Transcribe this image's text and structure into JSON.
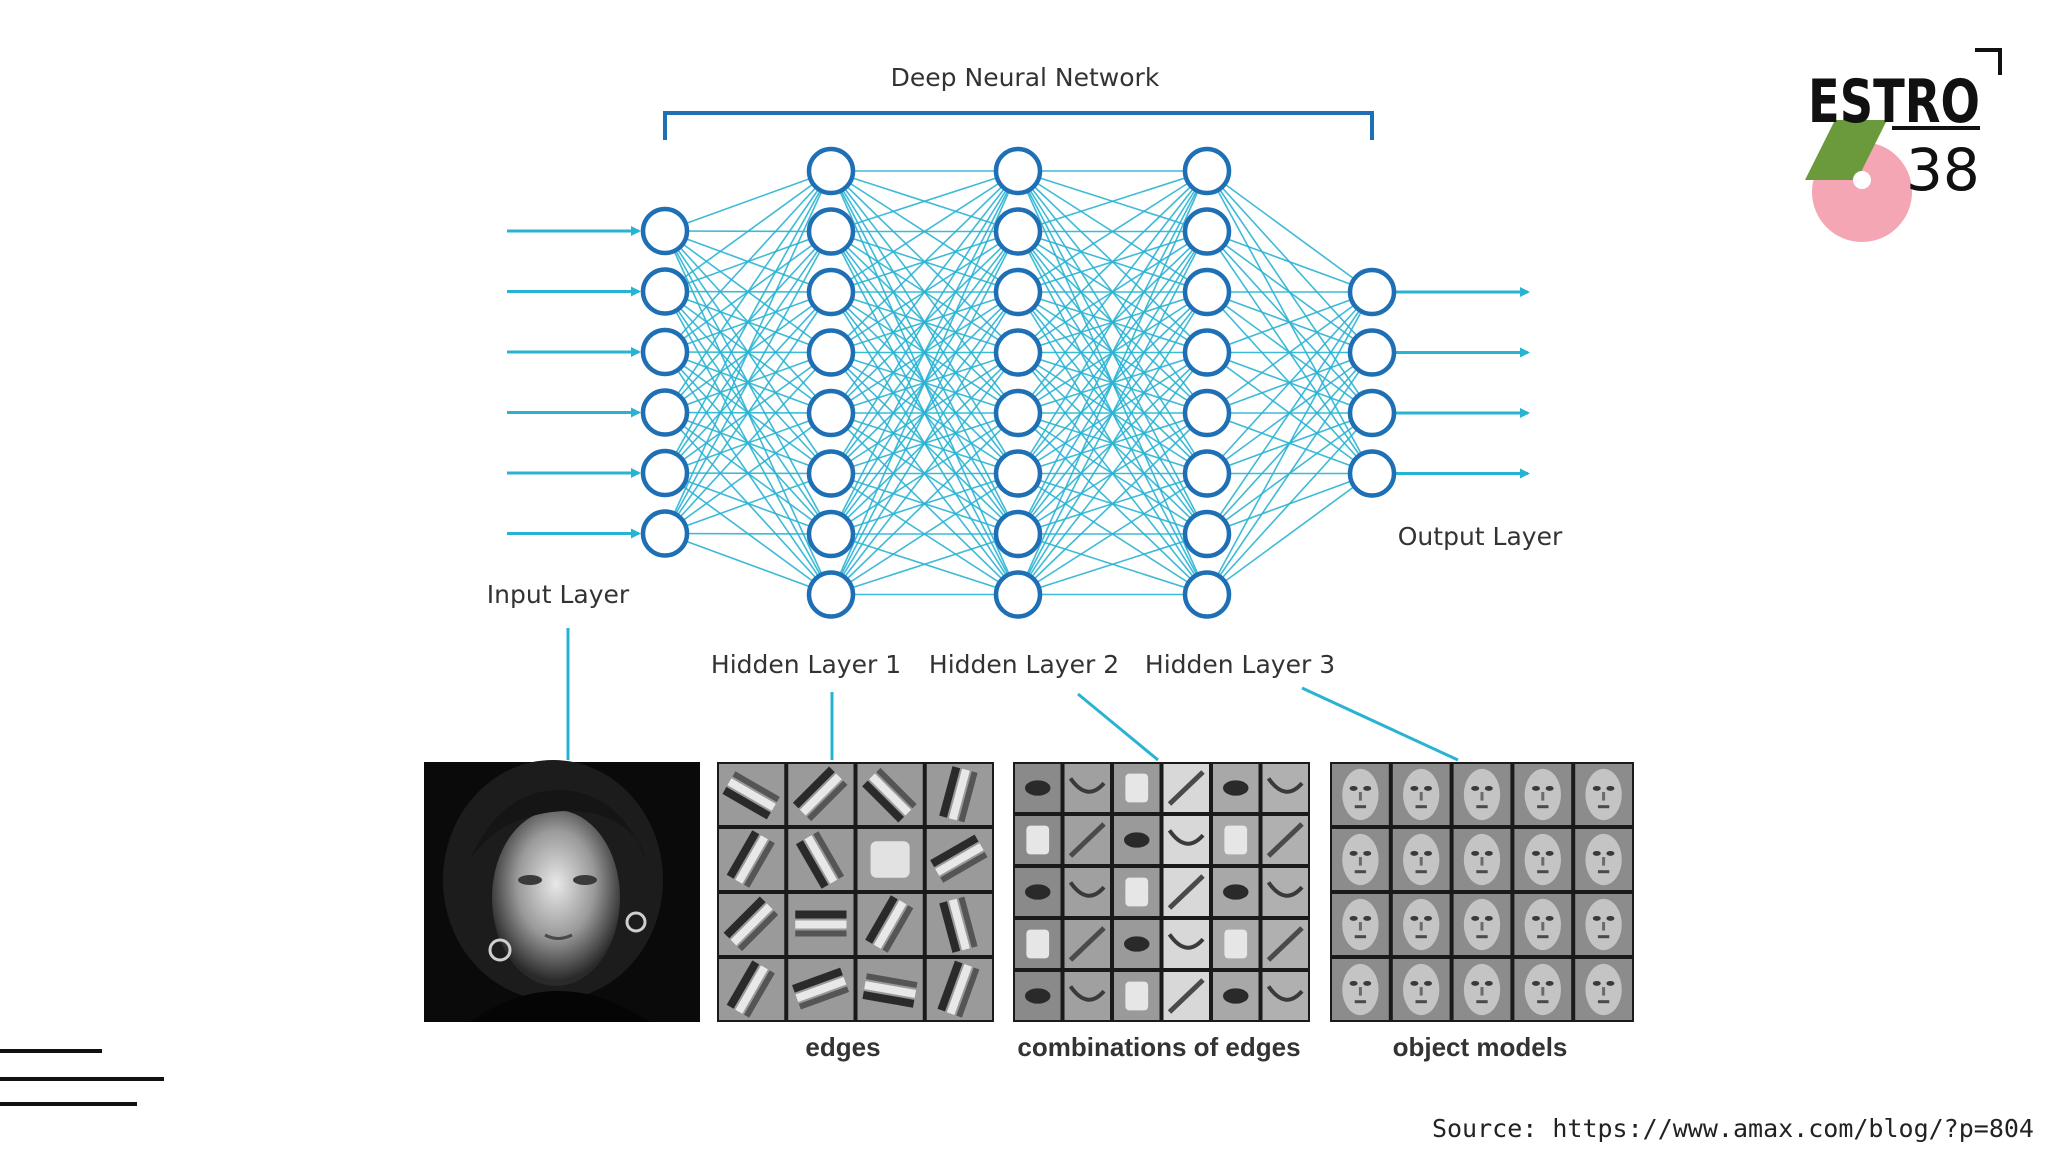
{
  "diagram": {
    "title": "Deep Neural Network",
    "labels": {
      "input": "Input Layer",
      "hidden1": "Hidden Layer 1",
      "hidden2": "Hidden Layer 2",
      "hidden3": "Hidden Layer 3",
      "output": "Output Layer"
    },
    "captions": {
      "edges": "edges",
      "combinations": "combinations of edges",
      "objects": "object models"
    },
    "layers": [
      {
        "name": "input",
        "nodes": 6
      },
      {
        "name": "hidden1",
        "nodes": 8
      },
      {
        "name": "hidden2",
        "nodes": 8
      },
      {
        "name": "hidden3",
        "nodes": 8
      },
      {
        "name": "output",
        "nodes": 4
      }
    ],
    "colors": {
      "edge": "#29b3d3",
      "node": "#1e6fb4",
      "bracket": "#1e6fb4"
    }
  },
  "logo": {
    "line1": "ESTRO",
    "line2": "38",
    "colors": {
      "green": "#6a9a3c",
      "pink": "#f4a6b4"
    }
  },
  "source": "Source: https://www.amax.com/blog/?p=804"
}
